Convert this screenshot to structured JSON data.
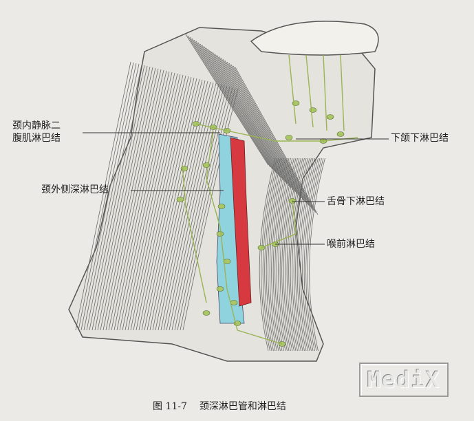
{
  "labels": {
    "jugulodigastric_line1": "颈内静脉二",
    "jugulodigastric_line2": "腹肌淋巴结",
    "lateral_deep_cervical": "颈外侧深淋巴结",
    "submandibular": "下颌下淋巴结",
    "infrahyoid": "舌骨下淋巴结",
    "prelaryngeal": "喉前淋巴结"
  },
  "caption": {
    "figure_number": "图 11-7",
    "title": "颈深淋巴管和淋巴结"
  },
  "watermark": "MediX",
  "colors": {
    "background": "#ebeae6",
    "vein": "#8fd3df",
    "artery": "#d6393f",
    "lymph": "#a9c766",
    "line": "#555555"
  }
}
